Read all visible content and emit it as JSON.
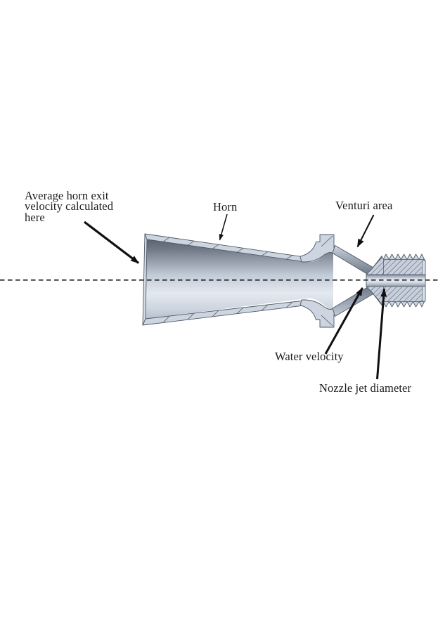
{
  "page": {
    "background_color": "#ffffff",
    "kind": "technical figure / cross-section diagram"
  },
  "figure": {
    "subject": "ultrasonic horn with venturi and threaded nozzle, sectional view",
    "centerline": {
      "style": "dashed",
      "color": "#1b1b1b"
    },
    "colors": {
      "metal_light": "#ccd5e0",
      "metal_mid": "#9aa3b1",
      "metal_dark": "#6a7380",
      "outline": "#4f5864",
      "arrow": "#101010",
      "text": "#1b1b1b"
    },
    "labels": {
      "avg_horn_exit": {
        "text": "Average horn exit\nvelocity calculated\nhere",
        "has_arrow": true
      },
      "horn": {
        "text": "Horn",
        "has_arrow": true
      },
      "venturi_area": {
        "text": "Venturi area",
        "has_arrow": true
      },
      "water_velocity": {
        "text": "Water velocity",
        "has_arrow": true
      },
      "nozzle_jet_diameter": {
        "text": "Nozzle jet diameter",
        "has_arrow": true
      }
    }
  }
}
